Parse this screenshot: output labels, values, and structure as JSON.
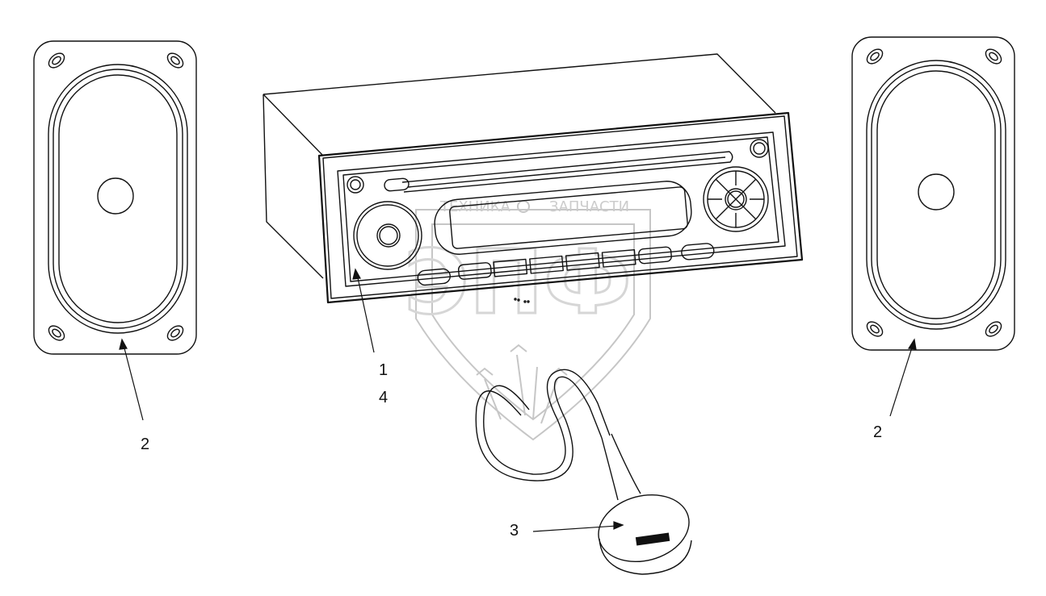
{
  "callouts": {
    "radio_1": "1",
    "radio_4": "4",
    "speaker_left": "2",
    "speaker_right": "2",
    "microphone": "3"
  },
  "watermark": {
    "left_word": "ТЕХНИКА",
    "right_word": "ЗАПЧАСТИ",
    "logo_letters": "ЭПФ"
  },
  "colors": {
    "line": "#111111",
    "watermark": "#b8b8b8",
    "background": "#ffffff"
  },
  "icons": [
    "speaker-left-icon",
    "speaker-right-icon",
    "radio-unit-icon",
    "microphone-icon",
    "watermark-logo"
  ]
}
